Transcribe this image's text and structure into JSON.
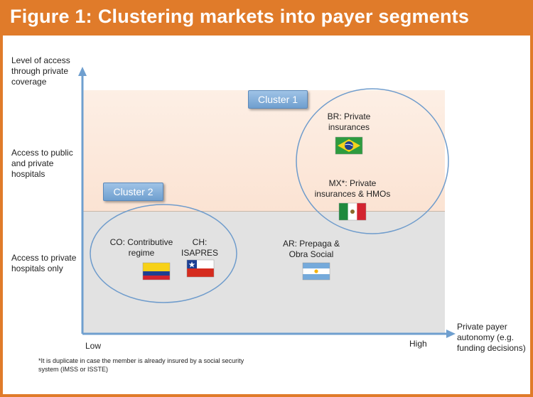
{
  "title": {
    "prefix": "Figure 1:",
    "text": "Clustering markets into payer segments"
  },
  "y_axis": {
    "title": "Level of access through private coverage",
    "levels": [
      "Access to public and private hospitals",
      "Access to private hospitals only"
    ]
  },
  "x_axis": {
    "title": "Private payer autonomy (e.g. funding decisions)",
    "low_label": "Low",
    "high_label": "High"
  },
  "clusters": [
    {
      "label": "Cluster 1"
    },
    {
      "label": "Cluster 2"
    }
  ],
  "markets": [
    {
      "code": "BR",
      "label_line1": "BR: Private",
      "label_line2": "insurances",
      "flag": "brazil-flag-icon"
    },
    {
      "code": "MX",
      "label_line1": "MX*: Private",
      "label_line2": "insurances & HMOs",
      "flag": "mexico-flag-icon"
    },
    {
      "code": "CO",
      "label_line1": "CO: Contributive",
      "label_line2": "regime",
      "flag": "colombia-flag-icon"
    },
    {
      "code": "CH",
      "label_line1": "CH:",
      "label_line2": "ISAPRES",
      "flag": "chile-flag-icon"
    },
    {
      "code": "AR",
      "label_line1": "AR: Prepaga &",
      "label_line2": "Obra Social",
      "flag": "argentina-flag-icon"
    }
  ],
  "footnote": "*It is duplicate in case the member is already insured by a social security system (IMSS or ISSTE)",
  "colors": {
    "accent_orange": "#e07b2a",
    "upper_band": "#fce9dc",
    "lower_band": "#e2e2e2",
    "axis_blue": "#6f9fcf",
    "ellipse_blue": "#6f9ccc"
  }
}
